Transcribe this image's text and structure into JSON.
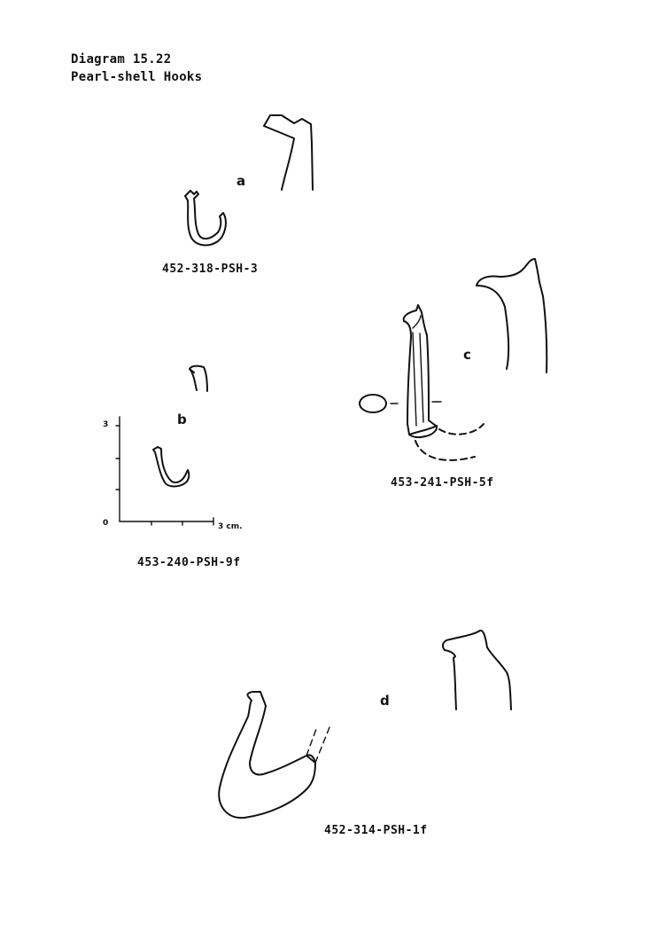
{
  "header": {
    "title_line1": "Diagram 15.22",
    "title_line2": "Pearl-shell Hooks"
  },
  "figures": [
    {
      "letter": "a",
      "catalog_id": "452-318-PSH-3"
    },
    {
      "letter": "b",
      "catalog_id": "453-240-PSH-9f"
    },
    {
      "letter": "c",
      "catalog_id": "453-241-PSH-5f"
    },
    {
      "letter": "d",
      "catalog_id": "452-314-PSH-1f"
    }
  ],
  "scale": {
    "y_max_label": "3",
    "origin_label": "0",
    "x_max_label": "3 cm."
  }
}
